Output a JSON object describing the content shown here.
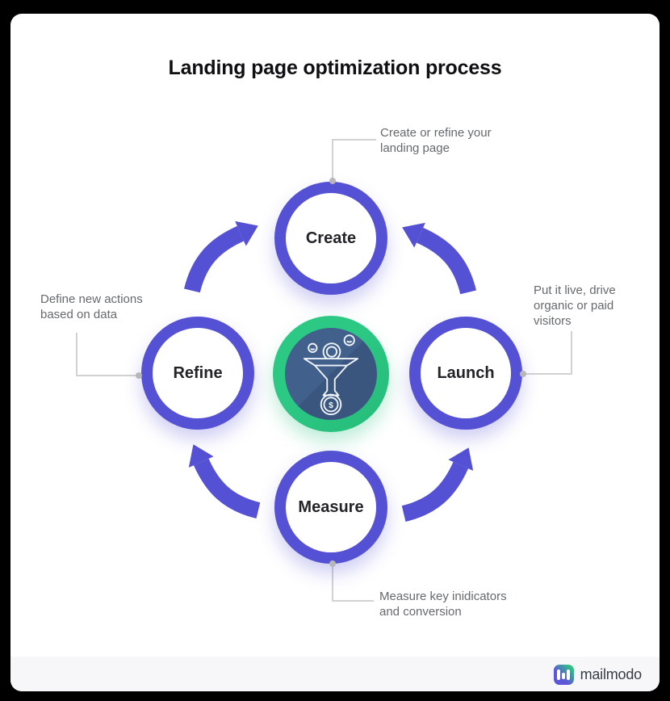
{
  "title": "Landing page optimization process",
  "steps": [
    {
      "label": "Create",
      "note": "Create or refine your\nlanding page"
    },
    {
      "label": "Launch",
      "note": "Put it live, drive\norganic or paid\nvisitors"
    },
    {
      "label": "Measure",
      "note": "Measure key inidicators\nand conversion"
    },
    {
      "label": "Refine",
      "note": "Define new actions\nbased on data"
    }
  ],
  "center_icon": {
    "name": "conversion-funnel-icon",
    "dollar_sign": "$"
  },
  "footer": {
    "brand": "mailmodo"
  },
  "colors": {
    "accent_purple": "#5551d4",
    "center_green": "#29c281",
    "center_blue": "#41608c",
    "center_blue_shadow": "#3a567f",
    "note_text": "#66696e",
    "connector_gray": "#d2d2d2",
    "card_bg": "#ffffff",
    "footer_bg": "#f7f7f9",
    "page_bg": "#000000"
  }
}
